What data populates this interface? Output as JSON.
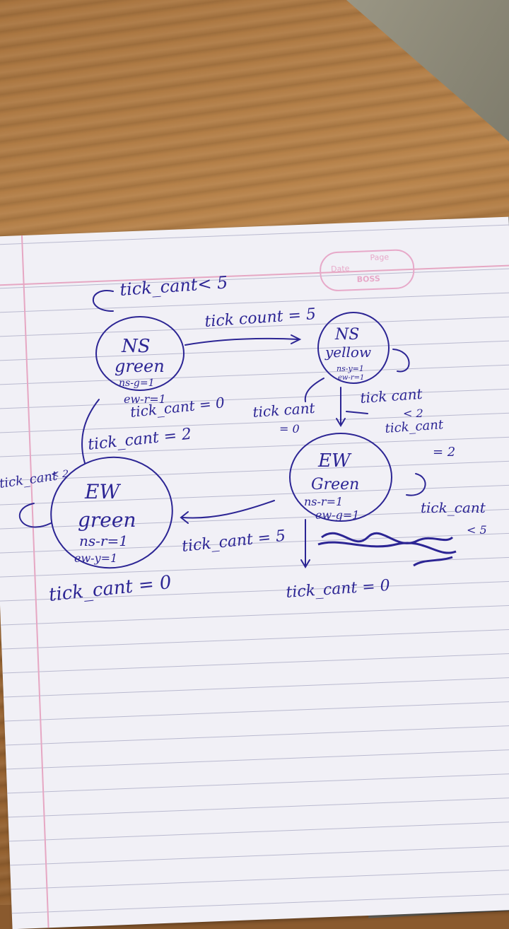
{
  "labels": {
    "self_loop_ns_green": "tick_cant< 5",
    "ns_green_to_yellow": "tick count = 5",
    "ns_green_state": "NS",
    "ns_green_state_line2": "green",
    "ns_green_out1": "ns-g=1",
    "ns_green_out2": "ew-r=1",
    "ns_green_out3": "tick_cant = 0",
    "ns_yellow_state": "NS",
    "ns_yellow_state_line2": "yellow",
    "ns_yellow_out": "ns-y=1",
    "ns_yellow_out2": "ew-r=1",
    "yellow_self_loop_1": "tick cant",
    "yellow_self_loop_2": "< 2",
    "yellow_to_ew_1": "tick_cant",
    "yellow_to_ew_2": "= 2",
    "yellow_reset_1": "tick cant",
    "yellow_reset_2": "= 0",
    "ew_yellow_to_ns": "tick_cant = 2",
    "ew_green_right_state": "EW",
    "ew_green_right_line2": "Green",
    "ew_green_right_out1": "ns-r=1",
    "ew_green_right_out2": "ew-g=1",
    "ew_green_right_loop_1": "tick_cant",
    "ew_green_right_loop_2": "< 5",
    "ew_green_left_state": "EW",
    "ew_green_left_line2": "green",
    "ew_green_left_out1": "ns-r=1",
    "ew_green_left_out2": "ew-y=1",
    "left_loop_1": "tick_cant",
    "left_loop_2": "< 2",
    "right_to_left": "tick_cant = 5",
    "left_bottom": "tick_cant = 0",
    "right_bottom": "tick_cant = 0"
  },
  "stamp": {
    "date": "Date",
    "page": "Page",
    "brand": "BOSS"
  }
}
